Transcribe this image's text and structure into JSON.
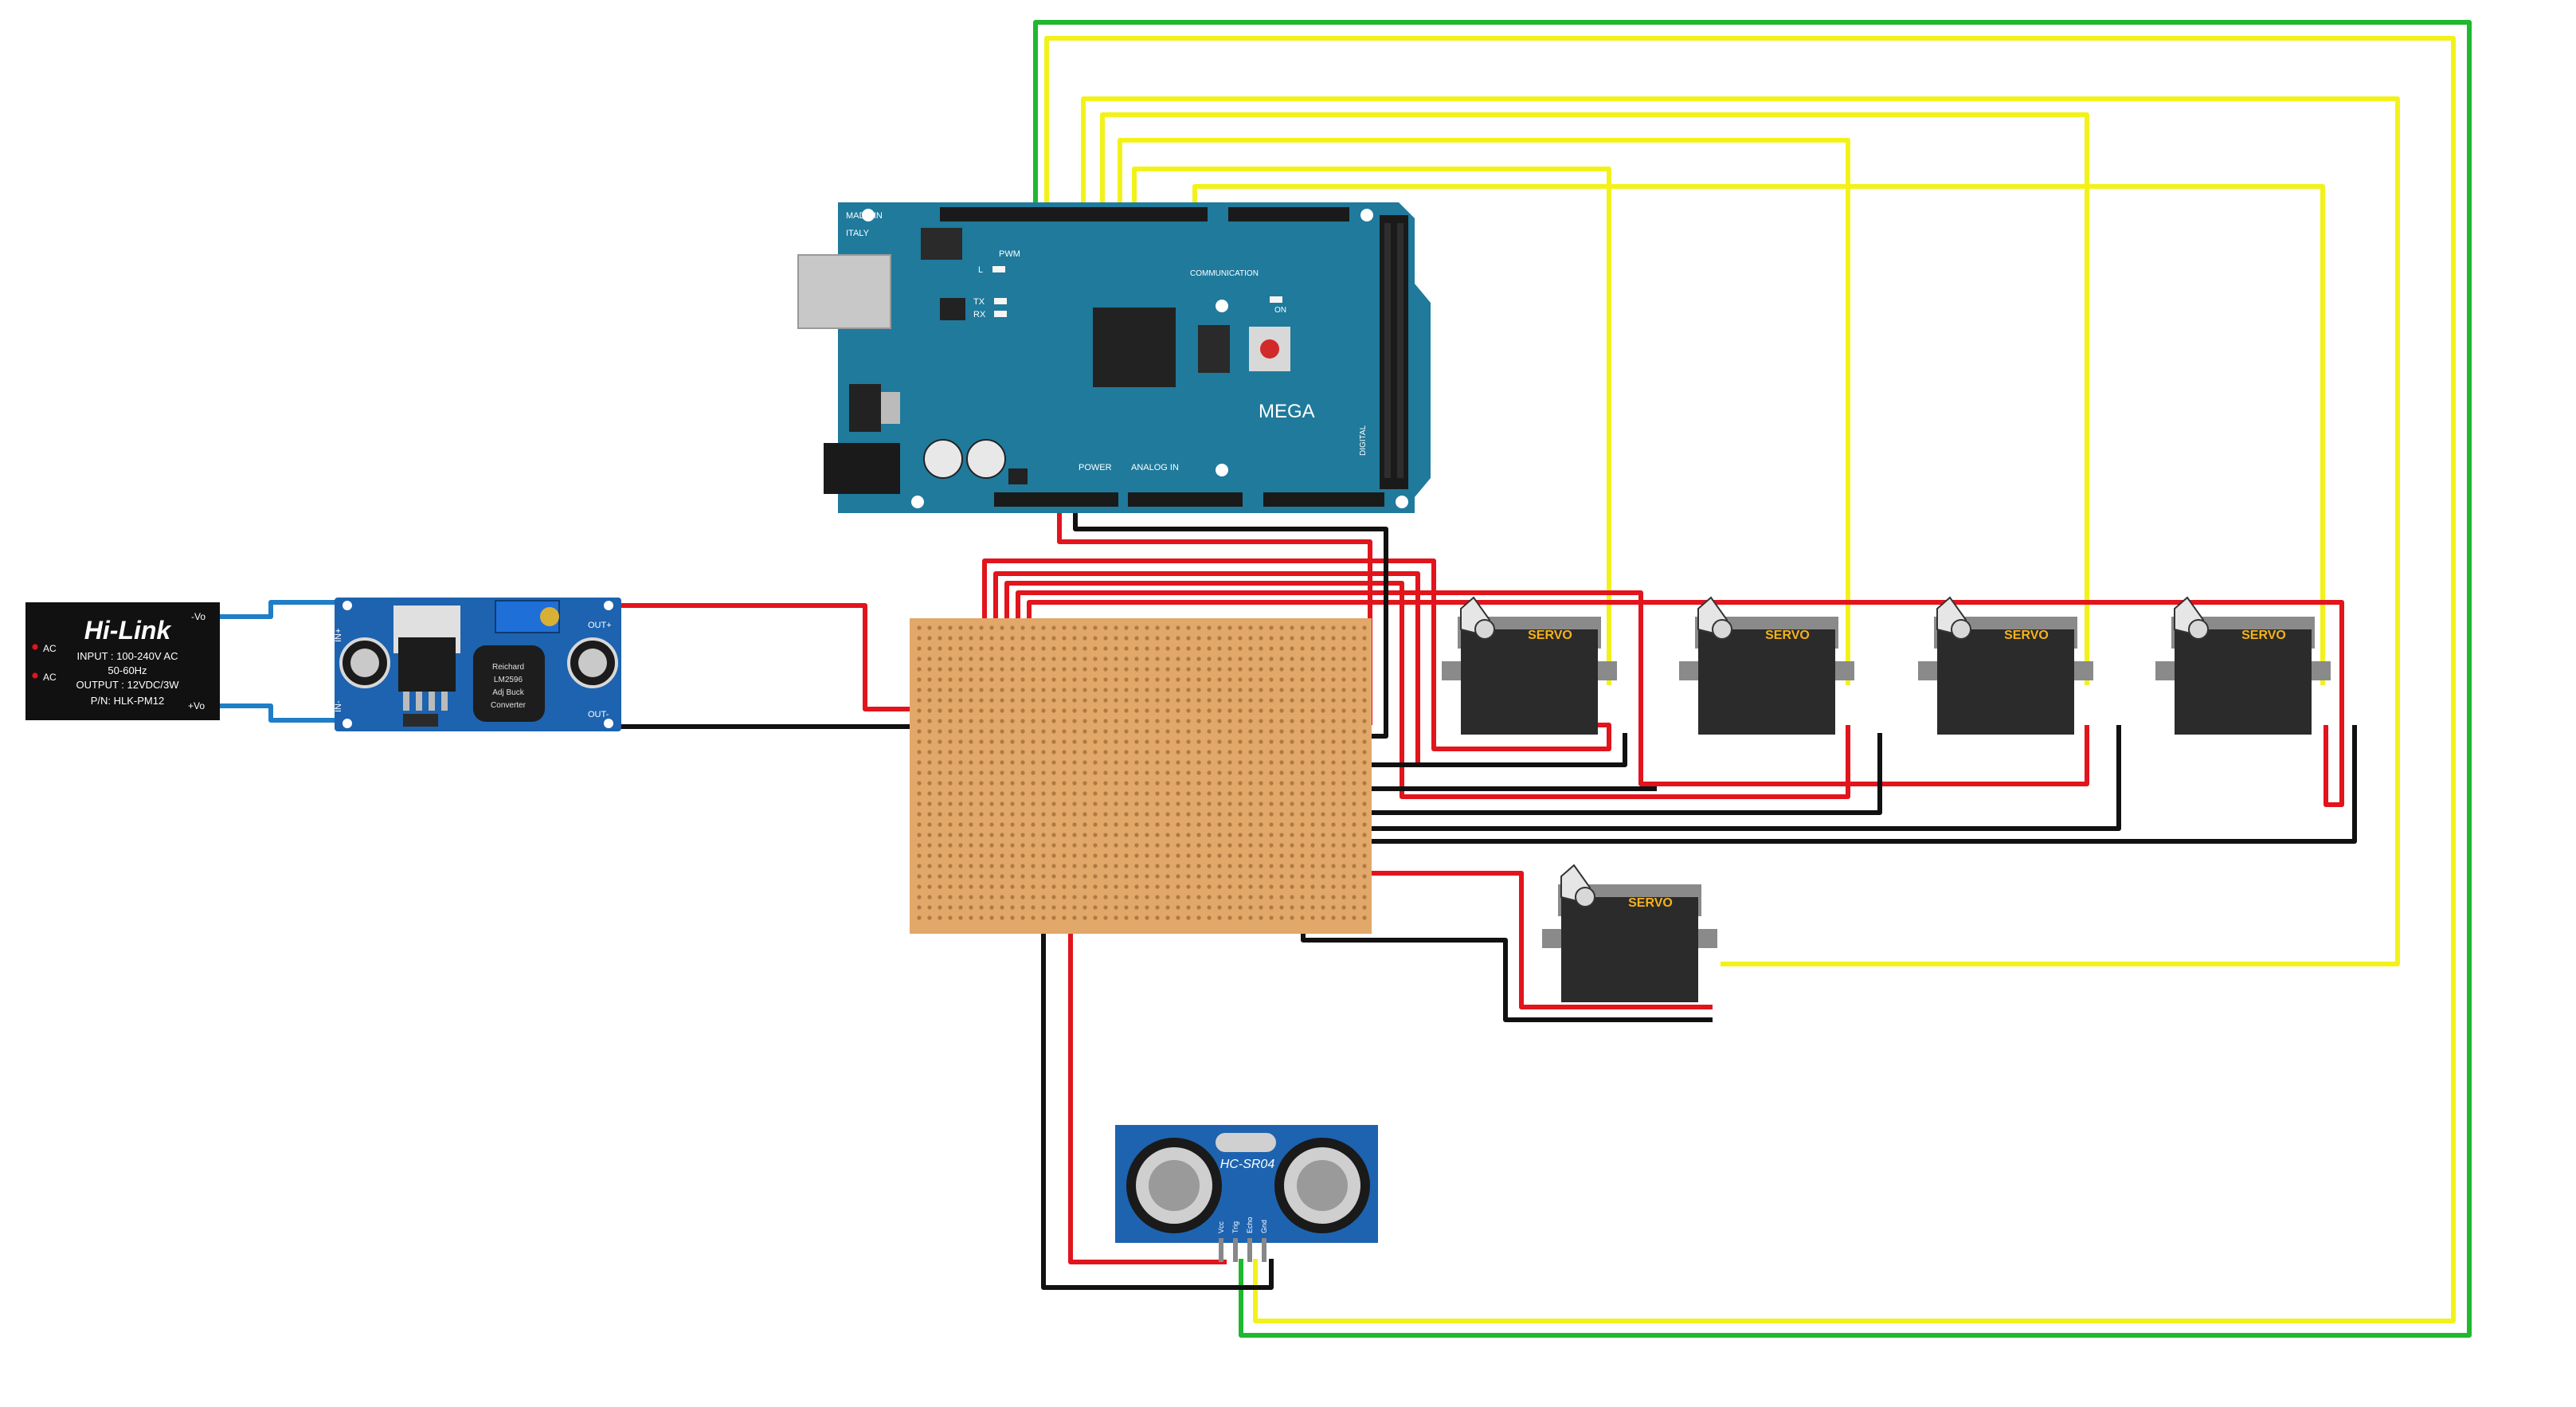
{
  "colors": {
    "wire_yellow": "#F2F21A",
    "wire_green": "#1FB82F",
    "wire_red": "#E2141C",
    "wire_black": "#111111",
    "wire_blue": "#1F7EC6",
    "board_teal": "#1F7A9C",
    "board_blue": "#1D63B0",
    "perfboard": "#E1A86A",
    "servo_body": "#2B2B2B",
    "servo_label": "#F6B21A",
    "hilink_body": "#111111"
  },
  "hilink": {
    "brand": "Hi-Link",
    "line1": "INPUT : 100-240V AC",
    "line2": "50-60Hz",
    "line3": "OUTPUT : 12VDC/3W",
    "line4": "P/N: HLK-PM12",
    "pin_ac_top": "AC",
    "pin_ac_bottom": "AC",
    "pin_vo_minus": "-Vo",
    "pin_vo_plus": "+Vo"
  },
  "buck": {
    "in_plus": "IN+",
    "in_minus": "IN-",
    "out_plus": "OUT+",
    "out_minus": "OUT-",
    "chip_line1": "Reichard",
    "chip_line2": "LM2596",
    "chip_line3": "Adj Buck",
    "chip_line4": "Converter"
  },
  "mega": {
    "made_in": "MADE IN",
    "italy": "ITALY",
    "name": "MEGA",
    "pwm": "PWM",
    "communication": "COMMUNICATION",
    "power": "POWER",
    "analog_in": "ANALOG IN",
    "digital": "DIGITAL",
    "tx": "TX",
    "rx": "RX",
    "on": "ON",
    "l": "L"
  },
  "servos": [
    {
      "label": "SERVO"
    },
    {
      "label": "SERVO"
    },
    {
      "label": "SERVO"
    },
    {
      "label": "SERVO"
    },
    {
      "label": "SERVO"
    }
  ],
  "sensor": {
    "name": "HC-SR04",
    "pins": [
      "Vcc",
      "Trig",
      "Echo",
      "Gnd"
    ]
  }
}
